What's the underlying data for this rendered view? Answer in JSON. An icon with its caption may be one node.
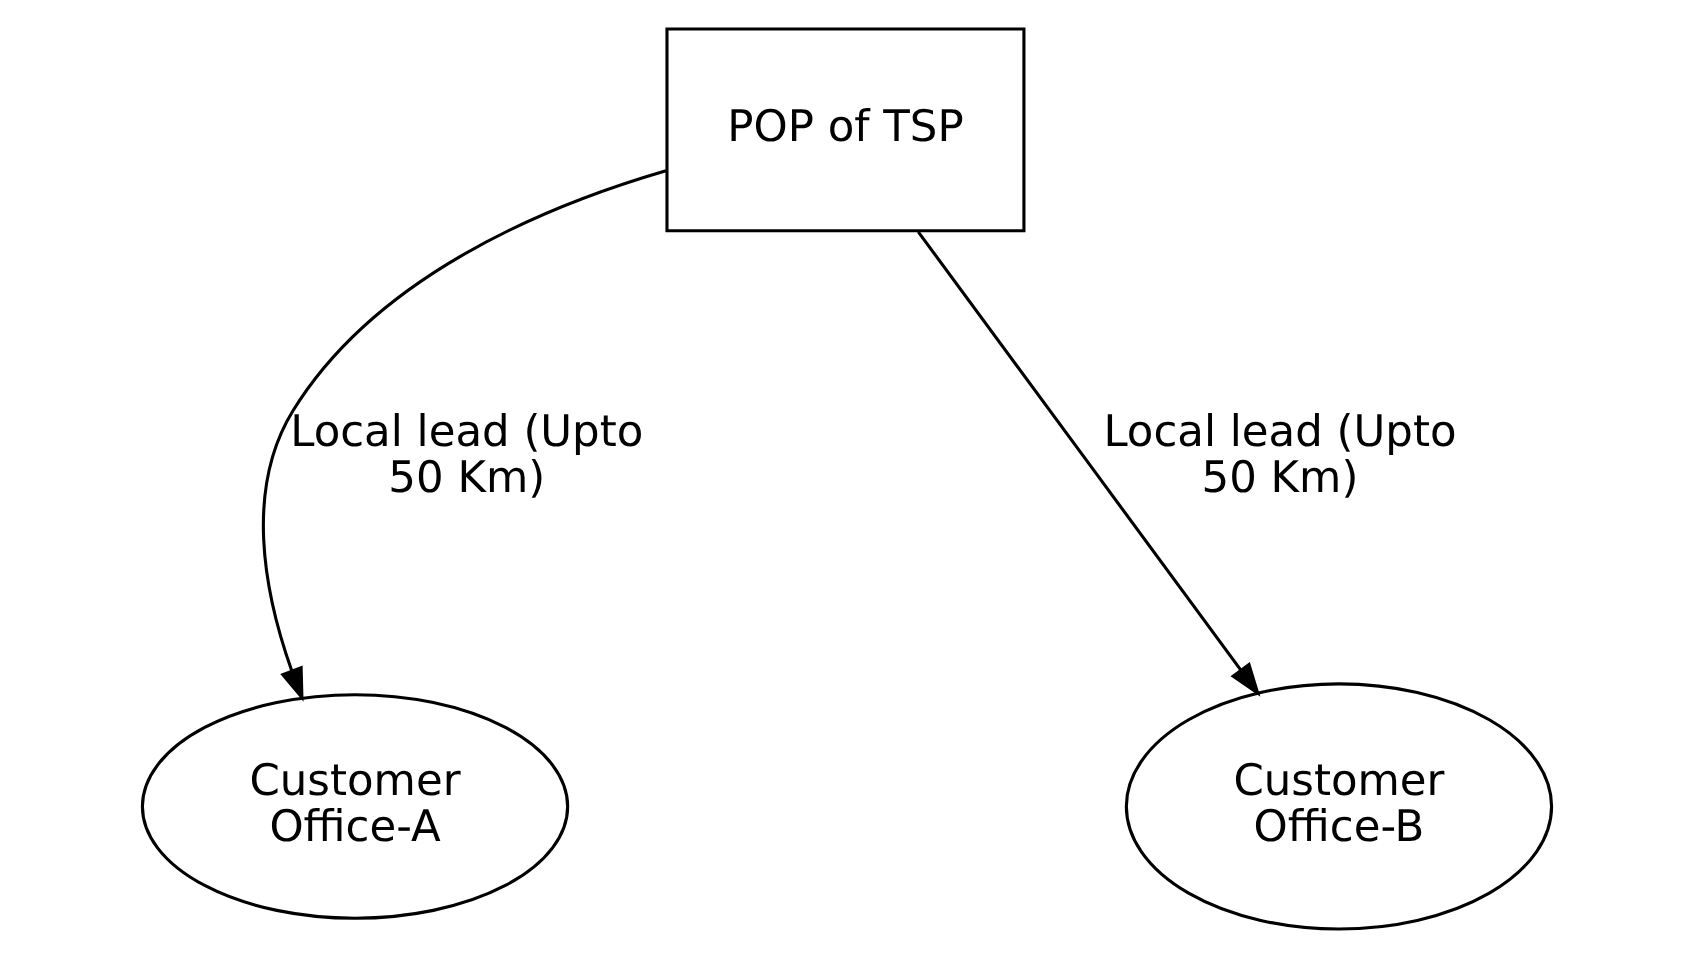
{
  "diagram": {
    "nodes": [
      {
        "text": [
          "POP of TSP"
        ]
      },
      {
        "text": [
          "Customer Office-A"
        ]
      },
      {
        "text": [
          "Customer Office-B"
        ]
      }
    ],
    "edges": [
      {
        "from": 0,
        "to": 1,
        "arrow": "to",
        "label": "Local lead (Upto 50 Km)"
      },
      {
        "from": 0,
        "to": 2,
        "arrow": "to",
        "label": "Local lead (Upto 50 Km)"
      }
    ]
  }
}
